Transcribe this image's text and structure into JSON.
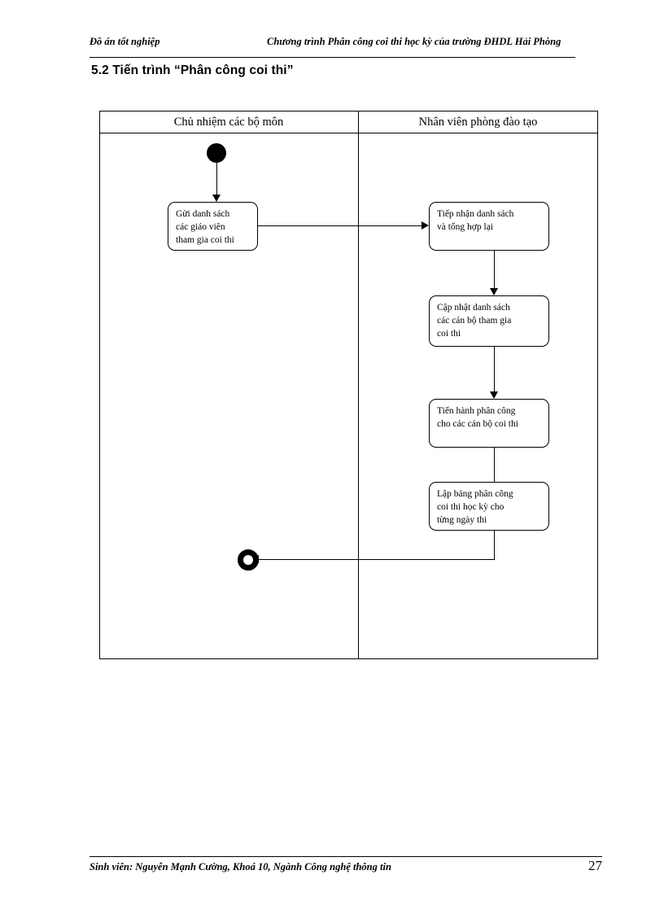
{
  "header": {
    "left": "Đồ án tốt nghiệp",
    "right": "Chương trình Phân công coi thi học kỳ của trường ĐHDL Hải Phòng"
  },
  "section": {
    "heading": "5.2 Tiến trình “Phân công coi thi”"
  },
  "diagram": {
    "type": "uml-activity-swimlane",
    "lanes": [
      {
        "id": "lane-left",
        "title": "Chủ nhiệm các bộ môn"
      },
      {
        "id": "lane-right",
        "title": "Nhân viên phòng đào tạo"
      }
    ],
    "nodes": [
      {
        "id": "start",
        "kind": "initial-node",
        "lane": "lane-left"
      },
      {
        "id": "a1",
        "kind": "activity",
        "lane": "lane-left",
        "text": "Gửi danh sách\ncác giáo viên\ntham gia coi thi"
      },
      {
        "id": "a2",
        "kind": "activity",
        "lane": "lane-right",
        "text": "Tiếp nhận danh sách\nvà tổng hợp lại"
      },
      {
        "id": "a3",
        "kind": "activity",
        "lane": "lane-right",
        "text": "Cập nhật danh sách\ncác cán bộ tham gia\ncoi thi"
      },
      {
        "id": "a4",
        "kind": "activity",
        "lane": "lane-right",
        "text": "Tiến hành phân công\ncho các cán bộ coi thi"
      },
      {
        "id": "a5",
        "kind": "activity",
        "lane": "lane-right",
        "text": "Lập bảng phân công\ncoi thi học kỳ cho\ntừng ngày thi"
      },
      {
        "id": "end",
        "kind": "final-node",
        "lane": "lane-left"
      }
    ],
    "edges": [
      {
        "from": "start",
        "to": "a1"
      },
      {
        "from": "a1",
        "to": "a2"
      },
      {
        "from": "a2",
        "to": "a3"
      },
      {
        "from": "a3",
        "to": "a4"
      },
      {
        "from": "a4",
        "to": "a5"
      },
      {
        "from": "a5",
        "to": "end"
      }
    ],
    "colors": {
      "stroke": "#000000",
      "fill": "#ffffff"
    }
  },
  "footer": {
    "left": "Sinh viên: Nguyễn Mạnh Cường, Khoá 10, Ngành Công nghệ thông tin",
    "page_number": "27"
  }
}
